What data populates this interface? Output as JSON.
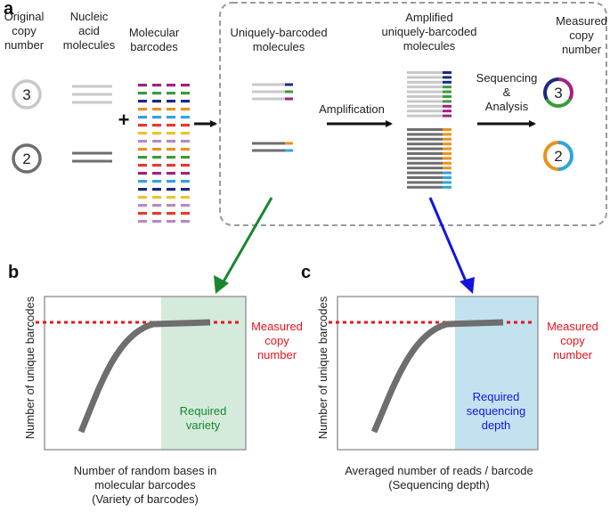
{
  "panel_a": {
    "letter": "a",
    "col_original": [
      "Original",
      "copy",
      "number"
    ],
    "col_nucleic": [
      "Nucleic",
      "acid",
      "molecules"
    ],
    "col_barcodes": [
      "Molecular",
      "barcodes"
    ],
    "col_unique": [
      "Uniquely-barcoded",
      "molecules"
    ],
    "col_amplified": [
      "Amplified",
      "uniquely-barcoded",
      "molecules"
    ],
    "col_measured": [
      "Measured",
      "copy",
      "number"
    ],
    "copy_three": "3",
    "copy_two": "2",
    "plus": "+",
    "amplification": "Amplification",
    "sequencing": [
      "Sequencing",
      "&",
      "Analysis"
    ],
    "measured_three": "3",
    "measured_two": "2"
  },
  "panel_b": {
    "letter": "b",
    "ylabel": "Number of unique barcodes",
    "xlabel": [
      "Number of random bases in",
      "molecular barcodes",
      "(Variety of barcodes)"
    ],
    "measured": [
      "Measured",
      "copy",
      "number"
    ],
    "region": [
      "Required",
      "variety"
    ]
  },
  "panel_c": {
    "letter": "c",
    "ylabel": "Number of unique barcodes",
    "xlabel": [
      "Averaged number of reads / barcode",
      "(Sequencing depth)"
    ],
    "measured": [
      "Measured",
      "copy",
      "number"
    ],
    "region": [
      "Required",
      "sequencing",
      "depth"
    ]
  },
  "colors": {
    "barcode_palette": [
      "#a0237e",
      "#3a9c3a",
      "#1b2a80",
      "#e8921d",
      "#2fa4de",
      "#e83a2b",
      "#f0c12b",
      "#b58ac4"
    ],
    "region_b": "#d4ebdc",
    "region_c": "#c3e2f0",
    "arrow_b": "#19872f",
    "arrow_c": "#1414e0",
    "measured_red": "#e8141e",
    "text_green": "#19872f",
    "text_blue": "#1414e0"
  }
}
